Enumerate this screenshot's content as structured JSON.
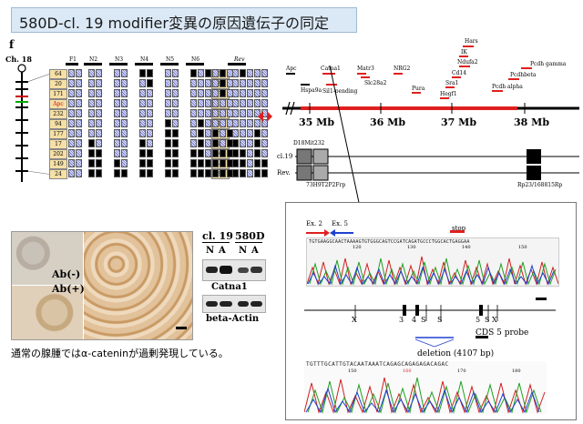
{
  "title": "580D-cl. 19 modifier変異の原因遺伝子の同定",
  "panel_letter": "f",
  "chromosome_label": "Ch. 18",
  "generation_labels": [
    "F1",
    "N2",
    "N3",
    "N4",
    "N5",
    "N6",
    "Rev"
  ],
  "markers": [
    "64",
    "20",
    "171",
    "Apc",
    "232",
    "94",
    "177",
    "17",
    "202",
    "149",
    "24"
  ],
  "genotypes": [
    [
      "H",
      "H",
      "H",
      "H",
      "H",
      "H",
      "H",
      "H",
      "H",
      "H",
      "H"
    ],
    [
      "H",
      "H",
      "H",
      "H",
      "H",
      "H",
      "H",
      "H",
      "H",
      "H",
      "H"
    ],
    [
      "H",
      "H",
      "H",
      "H",
      "H",
      "H",
      "H",
      "B",
      "B",
      "B",
      "B"
    ],
    [
      "H",
      "H",
      "H",
      "H",
      "H",
      "H",
      "H",
      "H",
      "B",
      "B",
      "B"
    ],
    [
      "H",
      "H",
      "H",
      "H",
      "H",
      "H",
      "H",
      "H",
      "H",
      "B",
      "B"
    ],
    [
      "H",
      "H",
      "H",
      "H",
      "H",
      "H",
      "H",
      "H",
      "H",
      "H",
      "B"
    ],
    [
      "B",
      "H",
      "H",
      "H",
      "H",
      "H",
      "H",
      "B",
      "B",
      "B",
      "B"
    ],
    [
      "B",
      "B",
      "H",
      "H",
      "H",
      "H",
      "H",
      "H",
      "B",
      "B",
      "B"
    ],
    [
      "H",
      "H",
      "H",
      "H",
      "H",
      "B",
      "B",
      "B",
      "B",
      "B",
      "B"
    ],
    [
      "H",
      "H",
      "H",
      "H",
      "H",
      "H",
      "B",
      "B",
      "B",
      "B",
      "B"
    ],
    [
      "B",
      "H",
      "H",
      "H",
      "H",
      "H",
      "H",
      "H",
      "B",
      "B",
      "B"
    ],
    [
      "H",
      "H",
      "H",
      "H",
      "H",
      "B",
      "B",
      "B",
      "B",
      "B",
      "B"
    ],
    [
      "B",
      "H",
      "H",
      "H",
      "H",
      "H",
      "H",
      "H",
      "H",
      "B",
      "B"
    ],
    [
      "H",
      "H",
      "H",
      "H",
      "H",
      "H",
      "B",
      "B",
      "B",
      "B",
      "B"
    ],
    [
      "B",
      "B",
      "B",
      "H",
      "H",
      "H",
      "H",
      "H",
      "B",
      "B",
      "B"
    ],
    [
      "H",
      "H",
      "H",
      "H",
      "H",
      "H",
      "B",
      "B",
      "B",
      "B",
      "B"
    ],
    [
      "H",
      "H",
      "H",
      "H",
      "H",
      "H",
      "H",
      "B",
      "B",
      "B",
      "B"
    ],
    [
      "B",
      "H",
      "H",
      "H",
      "H",
      "H",
      "H",
      "H",
      "B",
      "B",
      "B"
    ],
    [
      "H",
      "H",
      "H",
      "H",
      "H",
      "H",
      "H",
      "H",
      "H",
      "H",
      "H"
    ],
    [
      "H",
      "H",
      "H",
      "H",
      "H",
      "H",
      "B",
      "B",
      "B",
      "B",
      "B"
    ],
    [
      "H",
      "H",
      "H",
      "H",
      "H",
      "H",
      "H",
      "H",
      "H",
      "B",
      "B"
    ]
  ],
  "genes": {
    "top_right": [
      "Hars",
      "IK",
      "Ndufa2",
      "Cd14",
      "Sra1",
      "Hegf1",
      "Pcdh gamma",
      "Pcdhbeta",
      "Pcdh alpha"
    ],
    "left": [
      "Apc",
      "Hspa9a",
      "Catna1",
      "Sil1-pending",
      "Matr3",
      "Slc28a2",
      "NRG2",
      "Pura"
    ]
  },
  "scale_labels": [
    "35 Mb",
    "36 Mb",
    "37 Mb",
    "38 Mb"
  ],
  "strain_labels": [
    "cl.19",
    "Rev."
  ],
  "marker_D18": "D18Mit232",
  "bac_left": "73H9T2P2Frp",
  "bac_right": "Rp23/168815Rp",
  "seq_top": {
    "ex2": "Ex. 2",
    "ex5": "Ex. 5",
    "stop": "stop",
    "sequence": "TGTGAAGGCAACTAAAAGTGTGGGCAGTCCGATCAGATGCCCTGGCACTGAGGAA",
    "ticks": [
      "120",
      "130",
      "140",
      "150"
    ]
  },
  "map_bottom": {
    "exon_labels": [
      "3",
      "4",
      "S",
      "S",
      "5",
      "S",
      "X"
    ],
    "x_label": "X",
    "probe": "CDS 5 probe",
    "deletion": "deletion (4107 bp)"
  },
  "seq_bottom": {
    "sequence": "TGTTTGCATTGTACAATAAATCAGAGCAGAGAGACAGAC",
    "ticks": [
      "150",
      "160",
      "170",
      "180"
    ]
  },
  "histology": {
    "ab_minus": "Ab(-)",
    "ab_plus": "Ab(+)"
  },
  "western": {
    "groups": [
      "cl. 19",
      "580D"
    ],
    "lanes": [
      "N",
      "A",
      "N",
      "A"
    ],
    "band1": "Catna1",
    "band2": "beta-Actin"
  },
  "caption": "通常の腺腫ではα-cateninが過剰発現している。"
}
